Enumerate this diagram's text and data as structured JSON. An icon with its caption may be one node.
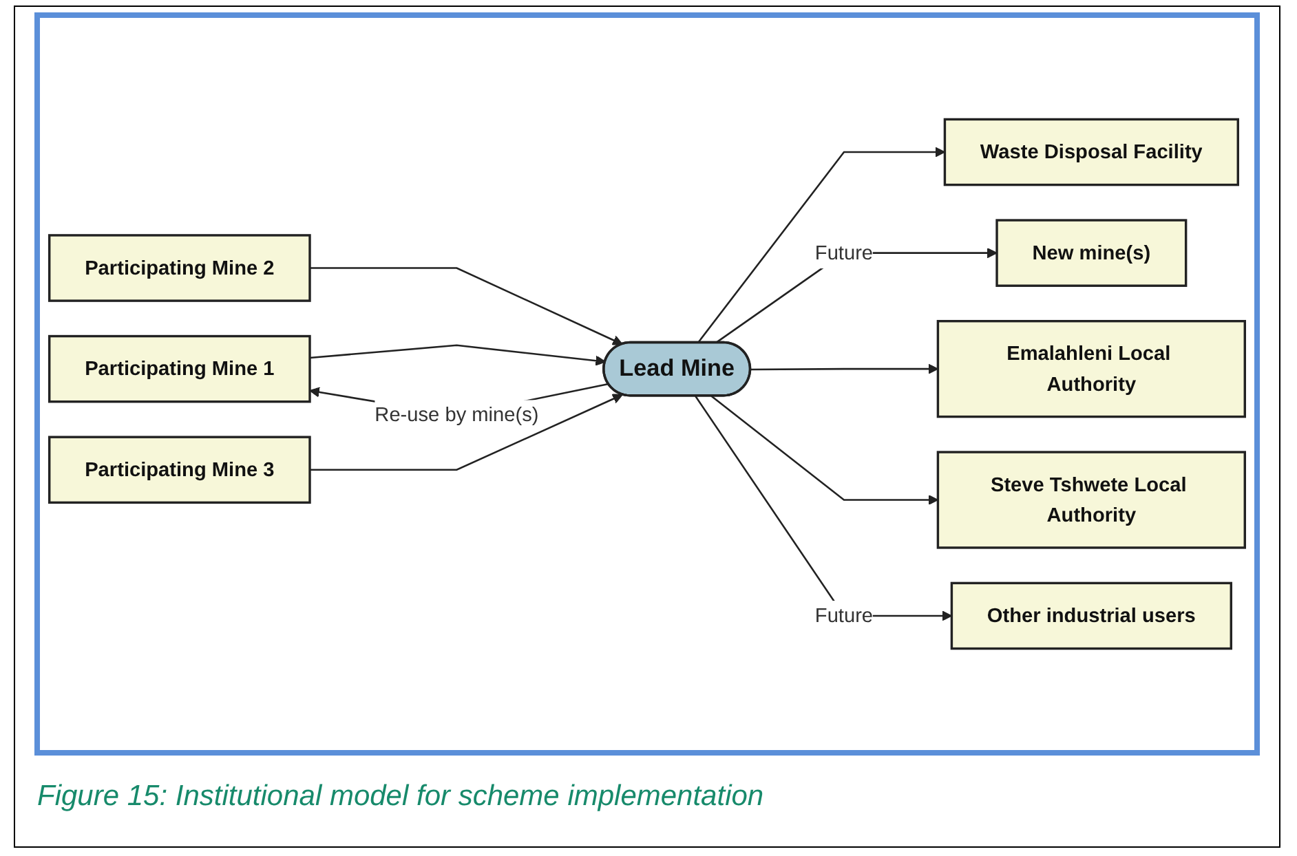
{
  "diagram": {
    "caption": "Figure 15: Institutional model for scheme implementation",
    "nodes": [
      {
        "text": [
          "Participating Mine 1"
        ]
      },
      {
        "text": [
          "Participating Mine 2"
        ]
      },
      {
        "text": [
          "Participating Mine 3"
        ]
      },
      {
        "text": [
          "Lead Mine"
        ]
      },
      {
        "text": [
          "Waste Disposal Facility"
        ]
      },
      {
        "text": [
          "New mine(s)"
        ]
      },
      {
        "text": [
          "Emalahleni Local Authority"
        ]
      },
      {
        "text": [
          "Steve Tshwete Local Authority"
        ]
      },
      {
        "text": [
          "Other industrial users"
        ]
      }
    ],
    "edges": [
      {
        "from": 3,
        "to": 0,
        "arrow": "to",
        "label": "Re-use by mine(s)"
      },
      {
        "from": 0,
        "to": 3,
        "arrow": "to"
      },
      {
        "from": 1,
        "to": 3,
        "arrow": "to"
      },
      {
        "from": 2,
        "to": 3,
        "arrow": "to"
      },
      {
        "from": 3,
        "to": 4,
        "arrow": "to"
      },
      {
        "from": 3,
        "to": 5,
        "arrow": "to",
        "label": "Future"
      },
      {
        "from": 3,
        "to": 6,
        "arrow": "to"
      },
      {
        "from": 3,
        "to": 7,
        "arrow": "to"
      },
      {
        "from": 3,
        "to": 8,
        "arrow": "to",
        "label": "Future"
      }
    ]
  }
}
